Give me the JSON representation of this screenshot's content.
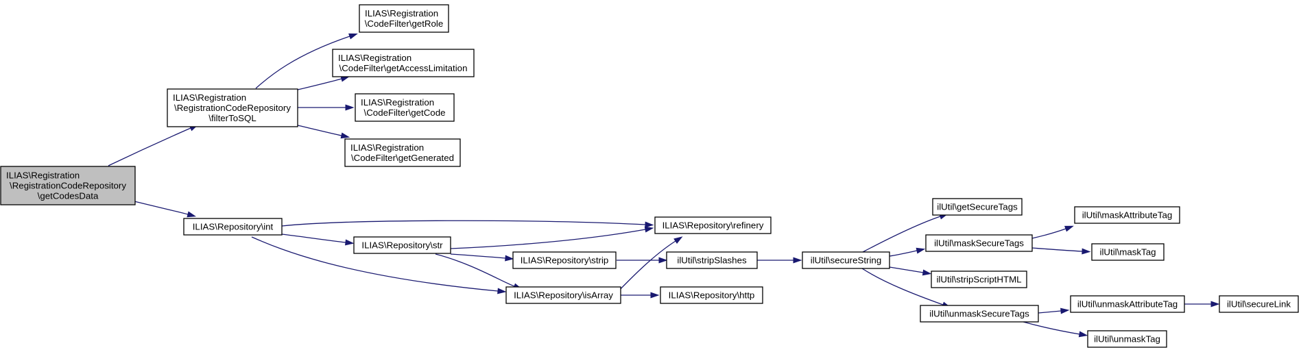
{
  "diagram": {
    "nodes": [
      {
        "id": "getCodesData",
        "lines": [
          "ILIAS\\Registration",
          "\\RegistrationCodeRepository",
          "\\getCodesData"
        ],
        "root": true
      },
      {
        "id": "filterToSQL",
        "lines": [
          "ILIAS\\Registration",
          "\\RegistrationCodeRepository",
          "\\filterToSQL"
        ]
      },
      {
        "id": "getRole",
        "lines": [
          "ILIAS\\Registration",
          "\\CodeFilter\\getRole"
        ]
      },
      {
        "id": "getAccessLimitation",
        "lines": [
          "ILIAS\\Registration",
          "\\CodeFilter\\getAccessLimitation"
        ]
      },
      {
        "id": "getCode",
        "lines": [
          "ILIAS\\Registration",
          "\\CodeFilter\\getCode"
        ]
      },
      {
        "id": "getGenerated",
        "lines": [
          "ILIAS\\Registration",
          "\\CodeFilter\\getGenerated"
        ]
      },
      {
        "id": "repoInt",
        "lines": [
          "ILIAS\\Repository\\int"
        ]
      },
      {
        "id": "refinery",
        "lines": [
          "ILIAS\\Repository\\refinery"
        ]
      },
      {
        "id": "repoStr",
        "lines": [
          "ILIAS\\Repository\\str"
        ]
      },
      {
        "id": "repoStrip",
        "lines": [
          "ILIAS\\Repository\\strip"
        ]
      },
      {
        "id": "isArray",
        "lines": [
          "ILIAS\\Repository\\isArray"
        ]
      },
      {
        "id": "http",
        "lines": [
          "ILIAS\\Repository\\http"
        ]
      },
      {
        "id": "stripSlashes",
        "lines": [
          "ilUtil\\stripSlashes"
        ]
      },
      {
        "id": "secureString",
        "lines": [
          "ilUtil\\secureString"
        ]
      },
      {
        "id": "getSecureTags",
        "lines": [
          "ilUtil\\getSecureTags"
        ]
      },
      {
        "id": "maskSecureTags",
        "lines": [
          "ilUtil\\maskSecureTags"
        ]
      },
      {
        "id": "stripScriptHTML",
        "lines": [
          "ilUtil\\stripScriptHTML"
        ]
      },
      {
        "id": "unmaskSecureTags",
        "lines": [
          "ilUtil\\unmaskSecureTags"
        ]
      },
      {
        "id": "maskAttributeTag",
        "lines": [
          "ilUtil\\maskAttributeTag"
        ]
      },
      {
        "id": "maskTag",
        "lines": [
          "ilUtil\\maskTag"
        ]
      },
      {
        "id": "unmaskAttributeTag",
        "lines": [
          "ilUtil\\unmaskAttributeTag"
        ]
      },
      {
        "id": "unmaskTag",
        "lines": [
          "ilUtil\\unmaskTag"
        ]
      },
      {
        "id": "secureLink",
        "lines": [
          "ilUtil\\secureLink"
        ]
      }
    ],
    "edges": [
      {
        "from": "getCodesData",
        "to": "filterToSQL"
      },
      {
        "from": "getCodesData",
        "to": "repoInt"
      },
      {
        "from": "filterToSQL",
        "to": "getRole"
      },
      {
        "from": "filterToSQL",
        "to": "getAccessLimitation"
      },
      {
        "from": "filterToSQL",
        "to": "getCode"
      },
      {
        "from": "filterToSQL",
        "to": "getGenerated"
      },
      {
        "from": "repoInt",
        "to": "refinery"
      },
      {
        "from": "repoInt",
        "to": "repoStr"
      },
      {
        "from": "repoInt",
        "to": "isArray"
      },
      {
        "from": "repoStr",
        "to": "refinery"
      },
      {
        "from": "repoStr",
        "to": "repoStrip"
      },
      {
        "from": "repoStr",
        "to": "isArray"
      },
      {
        "from": "repoStrip",
        "to": "stripSlashes"
      },
      {
        "from": "isArray",
        "to": "refinery"
      },
      {
        "from": "isArray",
        "to": "http"
      },
      {
        "from": "stripSlashes",
        "to": "secureString"
      },
      {
        "from": "secureString",
        "to": "getSecureTags"
      },
      {
        "from": "secureString",
        "to": "maskSecureTags"
      },
      {
        "from": "secureString",
        "to": "stripScriptHTML"
      },
      {
        "from": "secureString",
        "to": "unmaskSecureTags"
      },
      {
        "from": "maskSecureTags",
        "to": "maskAttributeTag"
      },
      {
        "from": "maskSecureTags",
        "to": "maskTag"
      },
      {
        "from": "unmaskSecureTags",
        "to": "unmaskAttributeTag"
      },
      {
        "from": "unmaskSecureTags",
        "to": "unmaskTag"
      },
      {
        "from": "unmaskAttributeTag",
        "to": "secureLink"
      }
    ]
  }
}
